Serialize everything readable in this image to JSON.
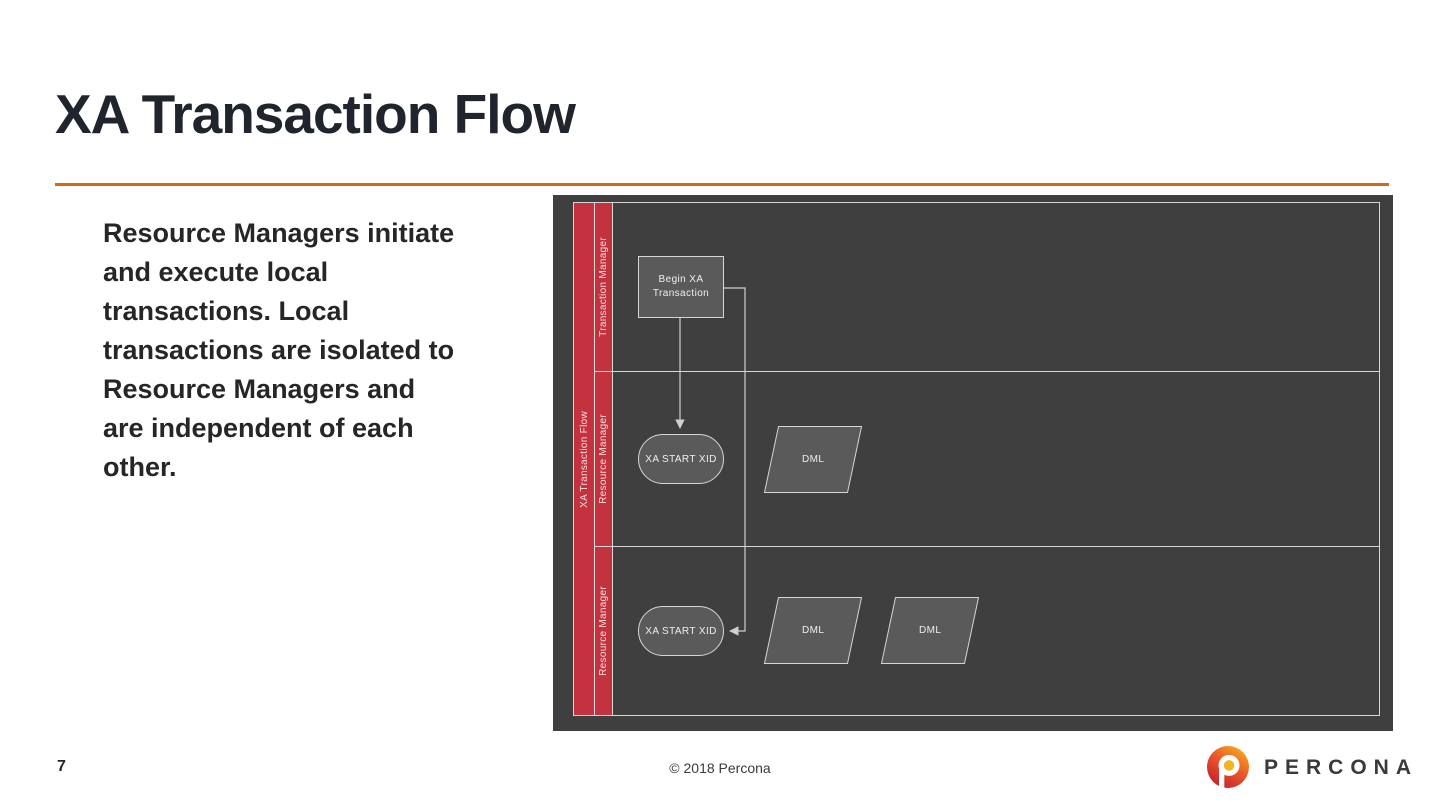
{
  "slide": {
    "title": "XA Transaction Flow",
    "body_text": "Resource Managers initiate\nand execute local\ntransactions. Local\ntransactions are isolated to\nResource Managers and\nare independent of each\nother.",
    "page_number": "7",
    "copyright": "© 2018 Percona",
    "logo_text": "PERCONA"
  },
  "colors": {
    "title_text": "#20242c",
    "accent_orange_rule": "#cf6b17",
    "diagram_background": "#3f3f3f",
    "swimlane_red": "#c5323f",
    "shape_fill": "#5a5a5a",
    "shape_border": "#d6d6d6",
    "logo_gradient_top": "#f7a51c",
    "logo_gradient_bottom": "#c3202f",
    "logo_dot_gold": "#f0b51f"
  },
  "diagram": {
    "pool_label": "XA Transaction Flow",
    "lanes": [
      {
        "label": "Transaction Manager"
      },
      {
        "label": "Resource Manager"
      },
      {
        "label": "Resource Manager"
      }
    ],
    "nodes": {
      "begin": {
        "type": "process",
        "lane": "Transaction Manager",
        "label": "Begin XA\nTransaction"
      },
      "start1": {
        "type": "terminator",
        "lane": "Resource Manager 1",
        "label": "XA START XID"
      },
      "dml1": {
        "type": "data",
        "lane": "Resource Manager 1",
        "label": "DML"
      },
      "start2": {
        "type": "terminator",
        "lane": "Resource Manager 2",
        "label": "XA START XID"
      },
      "dml2": {
        "type": "data",
        "lane": "Resource Manager 2",
        "label": "DML"
      },
      "dml3": {
        "type": "data",
        "lane": "Resource Manager 2",
        "label": "DML"
      }
    },
    "connectors": [
      {
        "from": "begin",
        "to": "start1",
        "style": "straight-down-arrow"
      },
      {
        "from": "begin",
        "to": "start2",
        "style": "elbow-right-down-left-arrow"
      }
    ]
  }
}
